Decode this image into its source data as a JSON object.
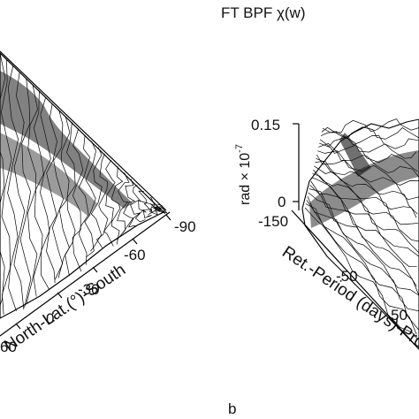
{
  "panel_title": "FT BPF χ(w)",
  "panel_label": "b",
  "chart_data": [
    {
      "type": "surface",
      "title": "",
      "xlabel": "North-Lat.(°)-South",
      "x_ticks": [
        "-90",
        "-60",
        "-30",
        "0",
        "60"
      ],
      "grid": false
    },
    {
      "type": "surface",
      "title": "FT BPF χ(w)",
      "zlabel": "rad × 10",
      "zlabel_exp": "-7",
      "z_ticks": [
        "0.15",
        "0"
      ],
      "zlim": [
        0,
        0.15
      ],
      "xlabel": "Ret.-Period (days)-Pro",
      "x_ticks": [
        "-150",
        "-50",
        "50"
      ],
      "grid": false
    }
  ]
}
